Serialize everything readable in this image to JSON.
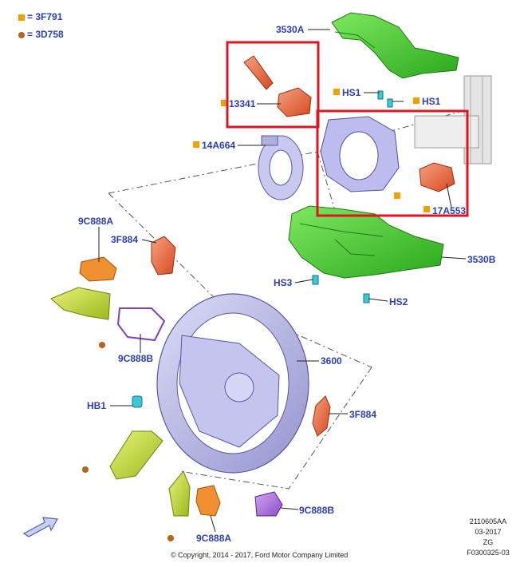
{
  "legend": {
    "square_label": "= 3F791",
    "dot_label": "= 3D758",
    "square_color": "#f0a000",
    "dot_color": "#b8621a"
  },
  "colors": {
    "label_text": "#2b3fb8",
    "highlight_box": "#e0141e",
    "green_shroud": "#3fc22a",
    "orange_part": "#e8623a",
    "wheel": "#b3b3e6"
  },
  "callouts": {
    "c3530A": "3530A",
    "c13341": "13341",
    "cHS1a": "HS1",
    "cHS1b": "HS1",
    "c14A664": "14A664",
    "c17A553": "17A553",
    "c9C888A_top": "9C888A",
    "c3F884_top": "3F884",
    "c3530B": "3530B",
    "cHS3": "HS3",
    "cHS2": "HS2",
    "c9C888B_left": "9C888B",
    "c3600": "3600",
    "cHB1": "HB1",
    "c3F884_right": "3F884",
    "c9C888B_bottom": "9C888B",
    "c9C888A_bottom": "9C888A"
  },
  "meta": {
    "line1": "2110605AA",
    "line2": "03-2017",
    "line3": "ZG",
    "line4": "F0300325-03"
  },
  "copyright": "© Copyright, 2014 - 2017, Ford Motor Company Limited",
  "icons": {
    "arrow": "direction-arrow-icon"
  }
}
